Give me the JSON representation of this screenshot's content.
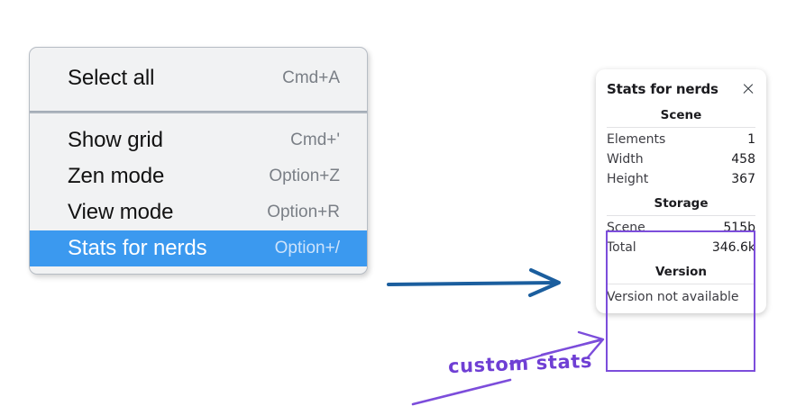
{
  "context_menu": {
    "sections": [
      {
        "items": [
          {
            "label": "Select all",
            "shortcut": "Cmd+A",
            "selected": false
          }
        ]
      },
      {
        "items": [
          {
            "label": "Show grid",
            "shortcut": "Cmd+'",
            "selected": false
          },
          {
            "label": "Zen mode",
            "shortcut": "Option+Z",
            "selected": false
          },
          {
            "label": "View mode",
            "shortcut": "Option+R",
            "selected": false
          },
          {
            "label": "Stats for nerds",
            "shortcut": "Option+/",
            "selected": true
          }
        ]
      }
    ],
    "highlight_color": "#3b99ef"
  },
  "stats_panel": {
    "title": "Stats for nerds",
    "close_icon": "close-icon",
    "groups": [
      {
        "title": "Scene",
        "rows": [
          {
            "key": "Elements",
            "value": "1"
          },
          {
            "key": "Width",
            "value": "458"
          },
          {
            "key": "Height",
            "value": "367"
          }
        ]
      },
      {
        "title": "Storage",
        "rows": [
          {
            "key": "Scene",
            "value": "515b"
          },
          {
            "key": "Total",
            "value": "346.6k"
          }
        ]
      },
      {
        "title": "Version",
        "note": "Version not available"
      }
    ]
  },
  "annotations": {
    "label": "custom stats",
    "label_color": "#6f3fd4",
    "arrow_color_blue": "#1b5e9e",
    "arrow_color_purple": "#7c4ddb"
  }
}
